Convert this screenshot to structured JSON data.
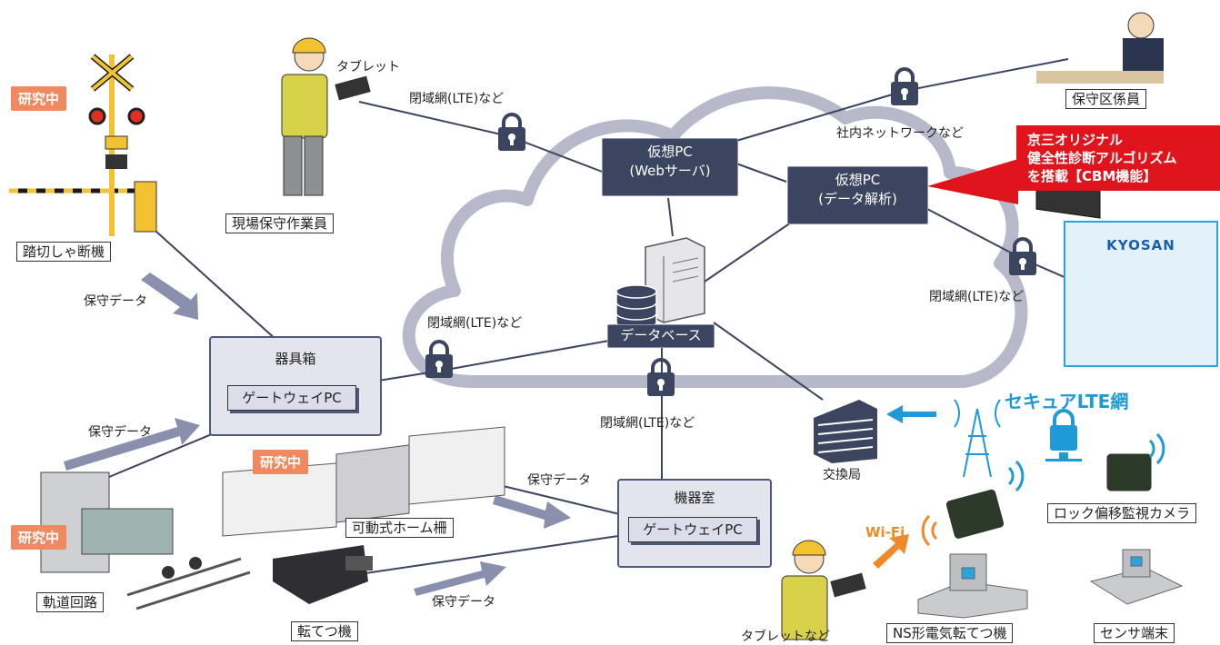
{
  "labels": {
    "railroad_crossing": "踏切しゃ断機",
    "field_worker": "現場保守作業員",
    "tablet_top": "タブレット",
    "maintenance_staff": "保守区係員",
    "track_circuit": "軌道回路",
    "platform_door": "可動式ホーム柵",
    "point_machine": "転てつ機",
    "ns_point_machine": "NS形電気転てつ機",
    "sensor_terminal": "センサ端末",
    "lock_camera": "ロック偏移監視カメラ",
    "exchange": "交換局",
    "tablet_bottom": "タブレットなど",
    "database": "データベース"
  },
  "badges": {
    "research_1": "研究中",
    "research_2": "研究中",
    "research_3": "研究中"
  },
  "network_labels": {
    "closed_lte_top": "閉域網(LTE)など",
    "closed_lte_left": "閉域網(LTE)など",
    "closed_lte_center": "閉域網(LTE)など",
    "closed_lte_right": "閉域網(LTE)など",
    "internal_network": "社内ネットワークなど",
    "secure_lte": "セキュアLTE網",
    "wifi": "Wi-Fi"
  },
  "data_labels": {
    "maint_data_1": "保守データ",
    "maint_data_2": "保守データ",
    "maint_data_3": "保守データ",
    "maint_data_4": "保守データ"
  },
  "virtual_pcs": {
    "web_line1": "仮想PC",
    "web_line2": "(Webサーバ)",
    "analysis_line1": "仮想PC",
    "analysis_line2": "(データ解析)"
  },
  "equipment": {
    "box_title": "器具箱",
    "box_gateway": "ゲートウェイPC",
    "room_title": "機器室",
    "room_gateway": "ゲートウェイPC"
  },
  "cbm_callout": {
    "line1": "京三オリジナル",
    "line2": "健全性診断アルゴリズム",
    "line3": "を搭載【CBM機能】"
  },
  "company": "KYOSAN",
  "colors": {
    "navy": "#3b4560",
    "cloud": "#b7b9cb",
    "accent_blue": "#1e9ad6",
    "research_orange": "#f08860",
    "cbm_red": "#e0141c",
    "wifi_orange": "#ef8a2a"
  }
}
